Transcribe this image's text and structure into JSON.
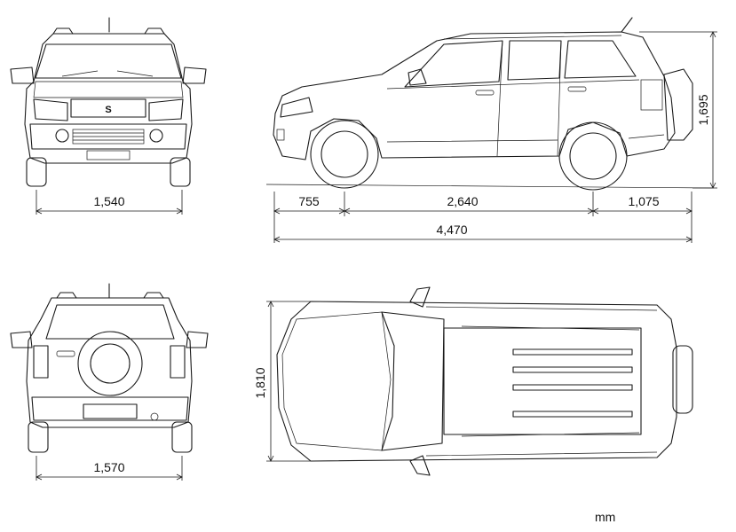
{
  "dimensions": {
    "front_track": "1,540",
    "rear_track": "1,570",
    "front_overhang": "755",
    "wheelbase": "2,640",
    "rear_overhang": "1,075",
    "overall_length": "4,470",
    "overall_height": "1,695",
    "overall_width": "1,810"
  },
  "unit": "mm",
  "colors": {
    "line": "#1a1a1a",
    "background": "#ffffff"
  }
}
